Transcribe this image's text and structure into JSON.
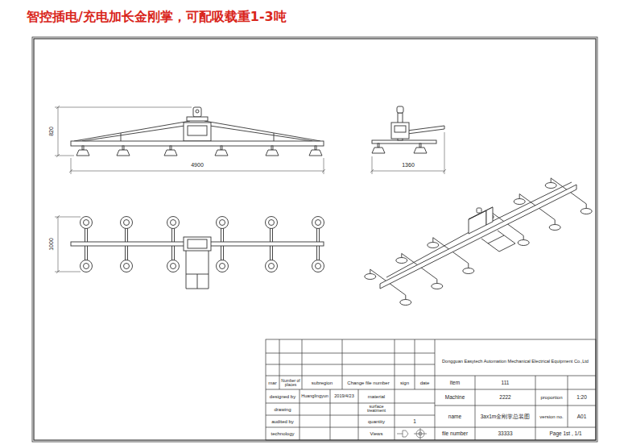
{
  "diagram": {
    "title": "智控插电/充电加长金刚掌，可配吸载重1-3吨",
    "labels": [
      "820",
      "4900",
      "1360",
      "1000",
      "Dongguan Easytech Automation Mechanical Electrical Equipment Co.,Ltd",
      "mar",
      "Number of places",
      "subregion",
      "Change file number",
      "sign",
      "date",
      "item",
      "111",
      "designed by",
      "Huanglingyun",
      "2019/4/23",
      "material",
      "Machine",
      "2222",
      "proportion",
      "1:20",
      "drawing",
      "surface treatment",
      "name",
      "3ax1m金刚掌总装图",
      "version no.",
      "A01",
      "audited by",
      "quantity",
      "1",
      "technology",
      "Views",
      "file number",
      "33333",
      "Page 1st , 1/1"
    ]
  }
}
